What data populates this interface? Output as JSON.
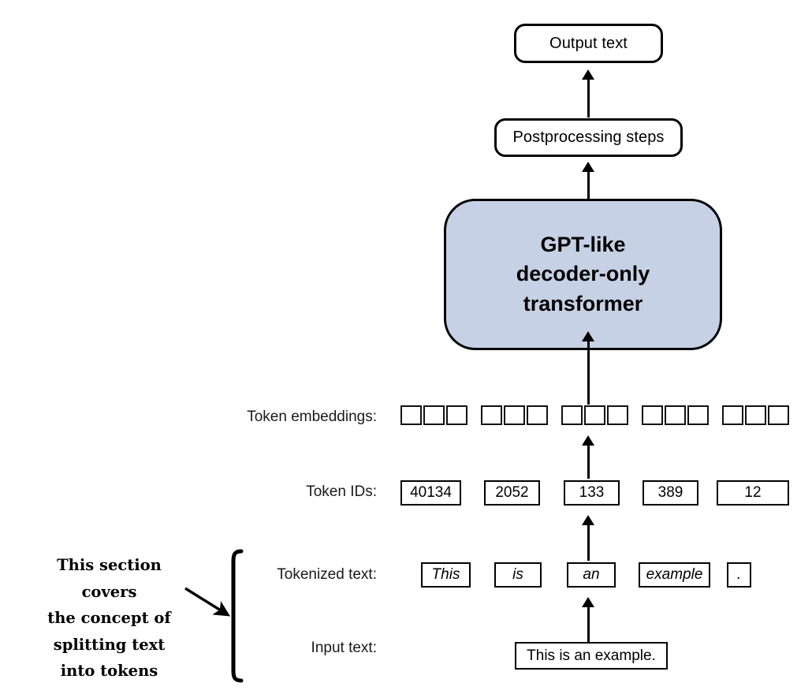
{
  "diagram": {
    "title": "LLM text-generation pipeline with tokenization",
    "background_color": "#ffffff",
    "stroke_color": "#000000",
    "block_fill_color": "#c6d1e5"
  },
  "output_box": {
    "label": "Output text"
  },
  "postprocessing_box": {
    "label": "Postprocessing steps"
  },
  "model_block": {
    "line1": "GPT-like",
    "line2": "decoder-only",
    "line3": "transformer",
    "fill": "#c6d1e5"
  },
  "rows": {
    "embeddings": {
      "label": "Token embeddings:",
      "groups": [
        {
          "cells": 3
        },
        {
          "cells": 3
        },
        {
          "cells": 3
        },
        {
          "cells": 3
        },
        {
          "cells": 3
        }
      ]
    },
    "token_ids": {
      "label": "Token IDs:",
      "values": [
        "40134",
        "2052",
        "133",
        "389",
        "12"
      ]
    },
    "tokenized_text": {
      "label": "Tokenized text:",
      "values": [
        "This",
        "is",
        "an",
        "example",
        "."
      ]
    },
    "input_text": {
      "label": "Input text:",
      "value": "This is an example."
    }
  },
  "annotation": {
    "line1": "This section covers",
    "line2": "the concept of",
    "line3": "splitting text",
    "line4": "into tokens"
  }
}
